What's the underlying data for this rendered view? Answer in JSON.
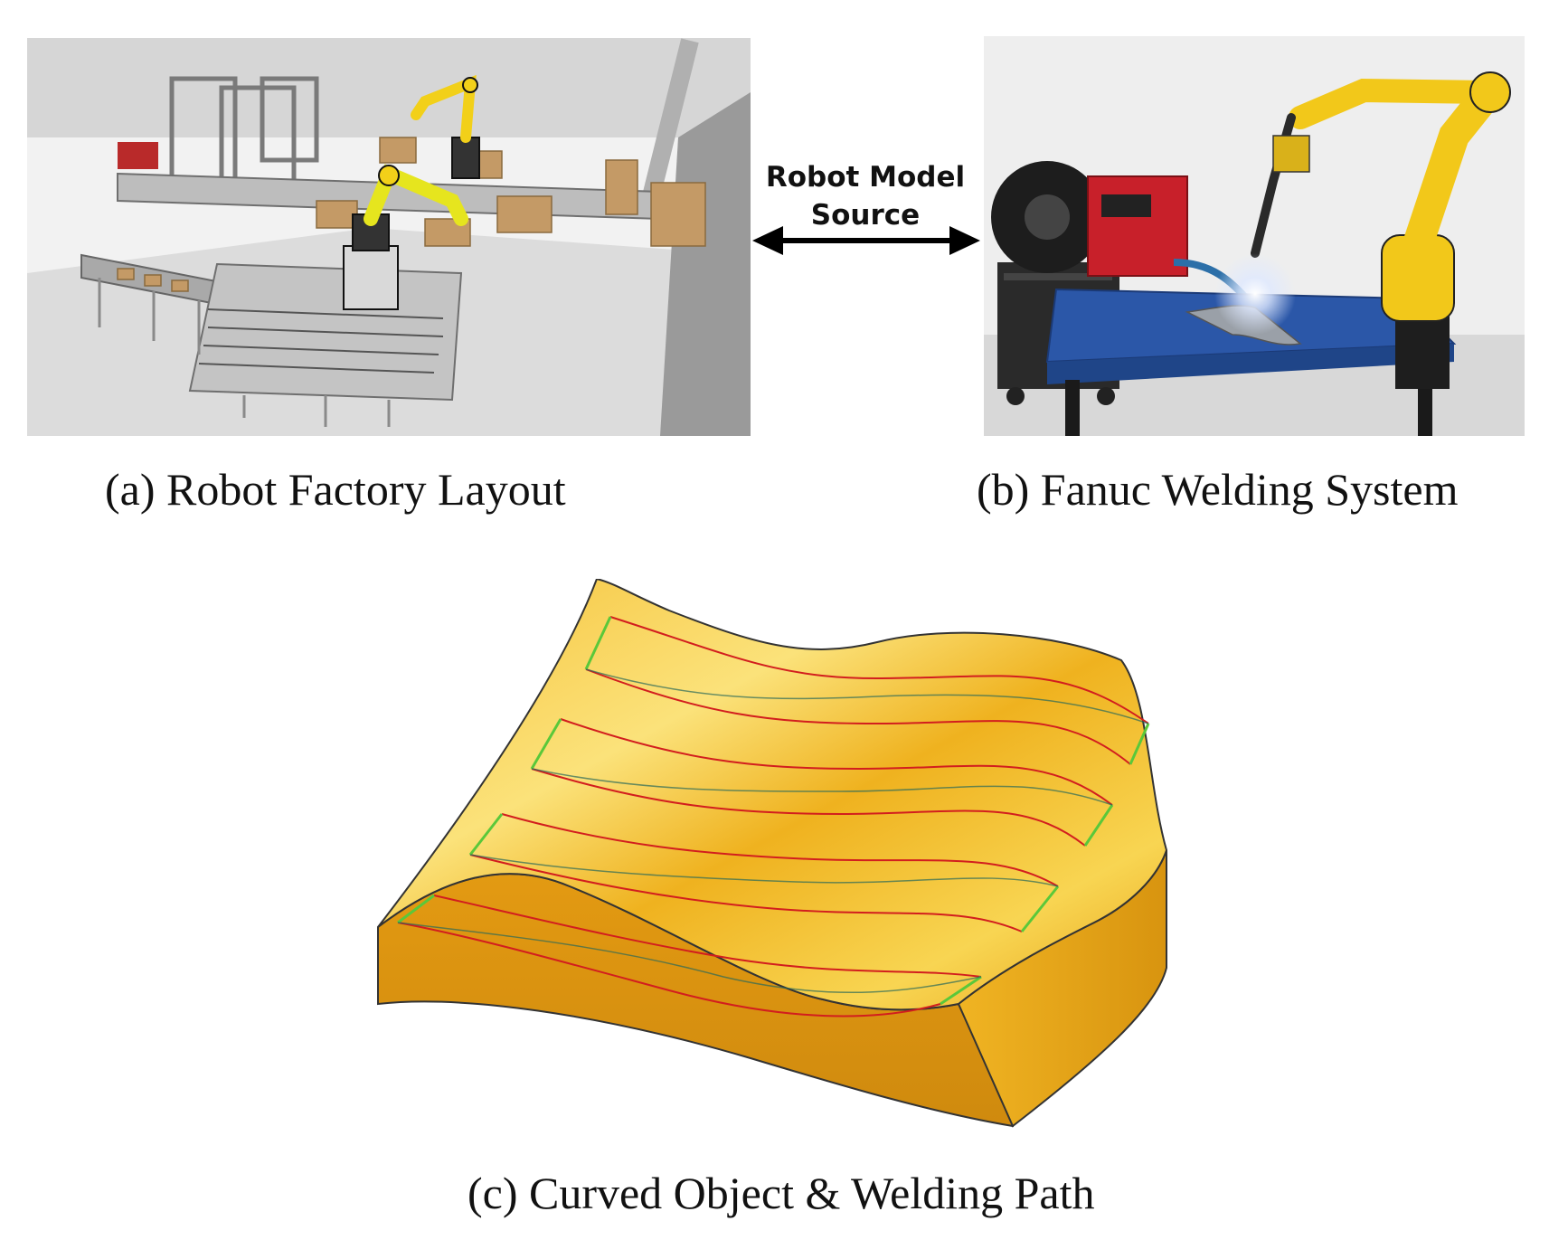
{
  "figure": {
    "panel_a": {
      "caption": "(a) Robot Factory Layout"
    },
    "panel_b": {
      "caption": "(b) Fanuc Welding System"
    },
    "panel_c": {
      "caption": "(c) Curved Object & Welding Path"
    },
    "link": {
      "line1": "Robot Model",
      "line2": "Source"
    }
  },
  "colors": {
    "robot_yellow": "#f2d019",
    "object_gold": "#e8a317",
    "weld_red": "#d21e1e",
    "weld_green": "#5ac83a",
    "table_blue": "#2b57a8",
    "welder_red": "#c8202a"
  }
}
